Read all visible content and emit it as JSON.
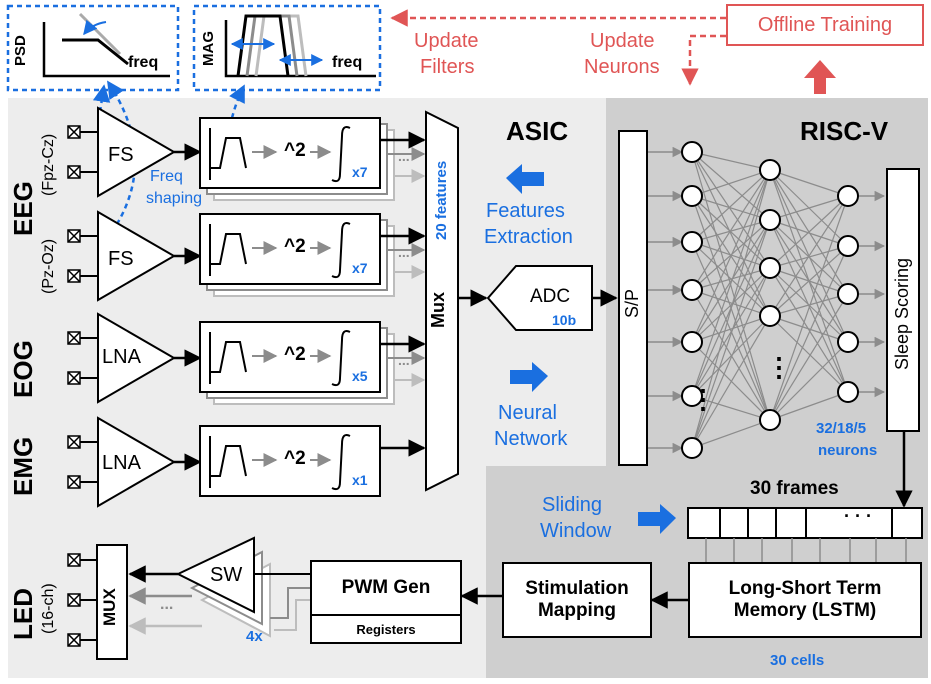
{
  "colors": {
    "blue": "#1a6fe0",
    "red": "#e05555",
    "asic_bg": "#ededed",
    "riscv_bg": "#cfcfcf",
    "grey_line": "#8c8c8c",
    "light_line": "#bdbdbd"
  },
  "plots": {
    "psd_ylabel": "PSD",
    "psd_xlabel": "freq",
    "mag_ylabel": "MAG",
    "mag_xlabel": "freq"
  },
  "top_labels": {
    "update_filters": [
      "Update",
      "Filters"
    ],
    "update_neurons": [
      "Update",
      "Neurons"
    ],
    "offline_training": "Offline Training"
  },
  "regions": {
    "asic": "ASIC",
    "riscv": "RISC-V"
  },
  "channels": {
    "eeg": "EEG",
    "eeg_ch1": "(Fpz-Cz)",
    "eeg_ch2": "(Pz-Oz)",
    "eog": "EOG",
    "emg": "EMG",
    "led": "LED",
    "led_ch": "(16-ch)",
    "fs1": "FS",
    "fs2": "FS",
    "lna_eog": "LNA",
    "lna_emg": "LNA",
    "freq_shaping": [
      "Freq",
      "shaping"
    ]
  },
  "features": {
    "square": "^2",
    "mult": [
      "x7",
      "x7",
      "x5",
      "x1"
    ],
    "dots": "..."
  },
  "mux": {
    "label": "Mux",
    "features": "20 features"
  },
  "adc": {
    "label": "ADC",
    "bits": "10b"
  },
  "sp": {
    "label": "S/P"
  },
  "legend": {
    "features_extraction": [
      "Features",
      "Extraction"
    ],
    "neural_network": [
      "Neural",
      "Network"
    ],
    "sliding_window": [
      "Sliding",
      "Window"
    ]
  },
  "nn": {
    "sleep_scoring": "Sleep Scoring",
    "neurons": [
      "32/18/5",
      "neurons"
    ],
    "vdots": "⋮"
  },
  "lstm": {
    "frames": "30 frames",
    "label": [
      "Long-Short Term",
      "Memory (LSTM)"
    ],
    "cells": "30 cells",
    "frame_dots": "· · ·"
  },
  "stim": {
    "label": [
      "Stimulation",
      "Mapping"
    ]
  },
  "pwm": {
    "label": "PWM Gen",
    "registers": "Registers"
  },
  "led_mux": {
    "label": "MUX",
    "sw": "SW",
    "count": "4x"
  }
}
